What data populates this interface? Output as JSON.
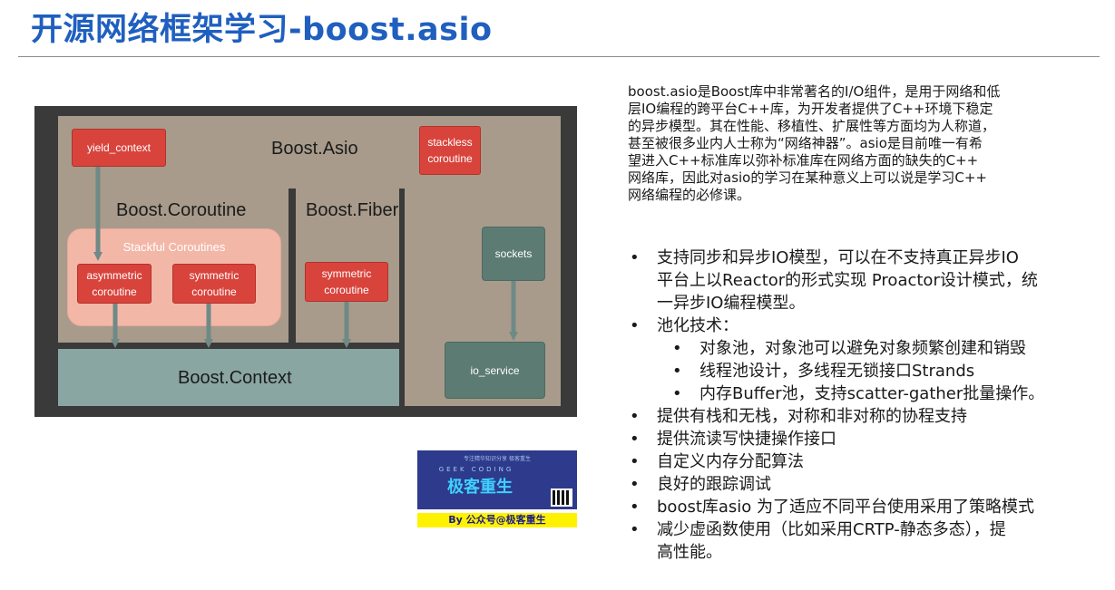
{
  "title": "开源网络框架学习-boost.asio",
  "diagram": {
    "regions": {
      "asio": "Boost.Asio",
      "coroutine": "Boost.Coroutine",
      "fiber": "Boost.Fiber",
      "context": "Boost.Context",
      "stackful": "Stackful Coroutines"
    },
    "boxes": {
      "yield_context": "yield_context",
      "stackless_1": "stackless",
      "stackless_2": "coroutine",
      "asymmetric_1": "asymmetric",
      "asymmetric_2": "coroutine",
      "symmetric_1": "symmetric",
      "symmetric_2": "coroutine",
      "fiber_symmetric_1": "symmetric",
      "fiber_symmetric_2": "coroutine",
      "sockets": "sockets",
      "io_service": "io_service"
    },
    "colors": {
      "background": "#3a3a3a",
      "tan": "#a89b8b",
      "teal": "#8aa6a3",
      "red_box": "#d8443c",
      "green_box": "#5c7b72",
      "pink_panel": "#f3b7a8"
    }
  },
  "badge": {
    "top_text": "专注精华知识分享 极客重生",
    "mid_text": "GEEK CODING",
    "logo": "极客重生",
    "caption": "By 公众号@极客重生"
  },
  "intro_lines": [
    "boost.asio是Boost库中非常著名的I/O组件，是用于网络和低",
    "层IO编程的跨平台C++库，为开发者提供了C++环境下稳定",
    "的异步模型。其在性能、移植性、扩展性等方面均为人称道，",
    "甚至被很多业内人士称为“网络神器”。asio是目前唯一有希",
    "望进入C++标准库以弥补标准库在网络方面的缺失的C++",
    "网络库，因此对asio的学习在某种意义上可以说是学习C++",
    "网络编程的必修课。"
  ],
  "bullets": [
    {
      "level": 1,
      "text": "支持同步和异步IO模型，可以在不支持真正异步IO"
    },
    {
      "level": 0,
      "text": "平台上以Reactor的形式实现 Proactor设计模式，统"
    },
    {
      "level": 0,
      "text": "一异步IO编程模型。"
    },
    {
      "level": 1,
      "text": "池化技术："
    },
    {
      "level": 2,
      "text": "对象池，对象池可以避免对象频繁创建和销毁"
    },
    {
      "level": 2,
      "text": "线程池设计，多线程无锁接口Strands"
    },
    {
      "level": 2,
      "text": "内存Buffer池，支持scatter-gather批量操作。"
    },
    {
      "level": 1,
      "text": "提供有栈和无栈，对称和非对称的协程支持"
    },
    {
      "level": 1,
      "text": "提供流读写快捷操作接口"
    },
    {
      "level": 1,
      "text": "自定义内存分配算法"
    },
    {
      "level": 1,
      "text": "良好的跟踪调试"
    },
    {
      "level": 1,
      "text": "boost库asio 为了适应不同平台使用采用了策略模式"
    },
    {
      "level": 1,
      "text": "减少虚函数使用（比如采用CRTP-静态多态），提"
    },
    {
      "level": 0,
      "text": "高性能。"
    }
  ]
}
